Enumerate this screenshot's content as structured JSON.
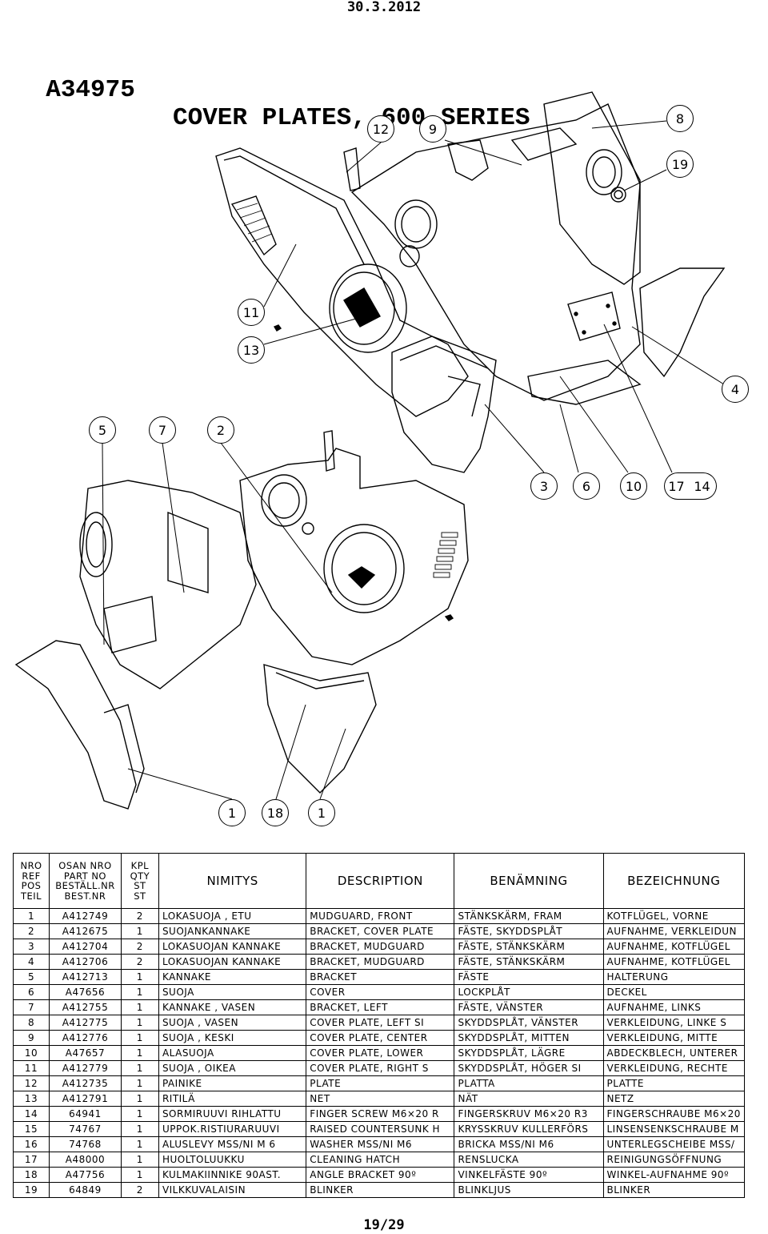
{
  "header": {
    "date": "30.3.2012"
  },
  "title": {
    "code": "A34975",
    "name": "COVER PLATES, 600-SERIES"
  },
  "callouts": [
    {
      "label": "12"
    },
    {
      "label": "9"
    },
    {
      "label": "8"
    },
    {
      "label": "19"
    },
    {
      "label": "11"
    },
    {
      "label": "13"
    },
    {
      "label": "4"
    },
    {
      "label": "5"
    },
    {
      "label": "7"
    },
    {
      "label": "2"
    },
    {
      "label": "3"
    },
    {
      "label": "6"
    },
    {
      "label": "10"
    },
    {
      "label": "17"
    },
    {
      "label": "14"
    },
    {
      "label": "1"
    },
    {
      "label": "18"
    },
    {
      "label": "1"
    }
  ],
  "table": {
    "headers": {
      "nro": [
        "NRO",
        "REF",
        "POS",
        "TEIL"
      ],
      "osan": [
        "OSAN NRO",
        "PART NO",
        "BESTÄLL.NR",
        "BEST.NR"
      ],
      "kpl": [
        "KPL",
        "QTY",
        "ST",
        "ST"
      ],
      "nimitys": "NIMITYS",
      "description": "DESCRIPTION",
      "benamning": "BENÄMNING",
      "bezeichnung": "BEZEICHNUNG"
    },
    "rows": [
      {
        "nro": "1",
        "part": "A412749",
        "qty": "2",
        "fi": "LOKASUOJA , ETU",
        "en": "MUDGUARD, FRONT",
        "sv": "STÄNKSKÄRM, FRAM",
        "de": "KOTFLÜGEL, VORNE"
      },
      {
        "nro": "2",
        "part": "A412675",
        "qty": "1",
        "fi": "SUOJANKANNAKE",
        "en": "BRACKET, COVER PLATE",
        "sv": "FÄSTE, SKYDDSPLÅT",
        "de": "AUFNAHME, VERKLEIDUN"
      },
      {
        "nro": "3",
        "part": "A412704",
        "qty": "2",
        "fi": "LOKASUOJAN KANNAKE",
        "en": "BRACKET, MUDGUARD",
        "sv": "FÄSTE, STÄNKSKÄRM",
        "de": "AUFNAHME, KOTFLÜGEL"
      },
      {
        "nro": "4",
        "part": "A412706",
        "qty": "2",
        "fi": "LOKASUOJAN KANNAKE",
        "en": "BRACKET, MUDGUARD",
        "sv": "FÄSTE, STÄNKSKÄRM",
        "de": "AUFNAHME, KOTFLÜGEL"
      },
      {
        "nro": "5",
        "part": "A412713",
        "qty": "1",
        "fi": "KANNAKE",
        "en": "BRACKET",
        "sv": "FÄSTE",
        "de": "HALTERUNG"
      },
      {
        "nro": "6",
        "part": "A47656",
        "qty": "1",
        "fi": "SUOJA",
        "en": "COVER",
        "sv": "LOCKPLÅT",
        "de": "DECKEL"
      },
      {
        "nro": "7",
        "part": "A412755",
        "qty": "1",
        "fi": "KANNAKE , VASEN",
        "en": "BRACKET, LEFT",
        "sv": "FÄSTE, VÄNSTER",
        "de": "AUFNAHME, LINKS"
      },
      {
        "nro": "8",
        "part": "A412775",
        "qty": "1",
        "fi": "SUOJA , VASEN",
        "en": "COVER PLATE, LEFT SI",
        "sv": "SKYDDSPLÅT, VÄNSTER",
        "de": "VERKLEIDUNG, LINKE S"
      },
      {
        "nro": "9",
        "part": "A412776",
        "qty": "1",
        "fi": "SUOJA , KESKI",
        "en": "COVER PLATE, CENTER",
        "sv": "SKYDDSPLÅT, MITTEN",
        "de": "VERKLEIDUNG, MITTE"
      },
      {
        "nro": "10",
        "part": "A47657",
        "qty": "1",
        "fi": "ALASUOJA",
        "en": "COVER PLATE, LOWER",
        "sv": "SKYDDSPLÅT, LÄGRE",
        "de": "ABDECKBLECH, UNTERER"
      },
      {
        "nro": "11",
        "part": "A412779",
        "qty": "1",
        "fi": "SUOJA , OIKEA",
        "en": "COVER PLATE, RIGHT S",
        "sv": "SKYDDSPLÅT, HÖGER SI",
        "de": "VERKLEIDUNG, RECHTE"
      },
      {
        "nro": "12",
        "part": "A412735",
        "qty": "1",
        "fi": "PAINIKE",
        "en": "PLATE",
        "sv": "PLATTA",
        "de": "PLATTE"
      },
      {
        "nro": "13",
        "part": "A412791",
        "qty": "1",
        "fi": "RITILÄ",
        "en": "NET",
        "sv": "NÄT",
        "de": "NETZ"
      },
      {
        "nro": "14",
        "part": "64941",
        "qty": "1",
        "fi": "SORMIRUUVI RIHLATTU",
        "en": "FINGER SCREW M6×20 R",
        "sv": "FINGERSKRUV M6×20 R3",
        "de": "FINGERSCHRAUBE M6×20"
      },
      {
        "nro": "15",
        "part": "74767",
        "qty": "1",
        "fi": "UPPOK.RISTIURARUUVI",
        "en": "RAISED COUNTERSUNK H",
        "sv": "KRYSSKRUV KULLERFÖRS",
        "de": "LINSENSENKSCHRAUBE M"
      },
      {
        "nro": "16",
        "part": "74768",
        "qty": "1",
        "fi": "ALUSLEVY MSS/NI M 6",
        "en": "WASHER MSS/NI M6",
        "sv": "BRICKA MSS/NI M6",
        "de": "UNTERLEGSCHEIBE MSS/"
      },
      {
        "nro": "17",
        "part": "A48000",
        "qty": "1",
        "fi": "HUOLTOLUUKKU",
        "en": "CLEANING HATCH",
        "sv": "RENSLUCKA",
        "de": "REINIGUNGSÖFFNUNG"
      },
      {
        "nro": "18",
        "part": "A47756",
        "qty": "1",
        "fi": "KULMAKIINNIKE 90AST.",
        "en": "ANGLE BRACKET 90º",
        "sv": "VINKELFÄSTE 90º",
        "de": "WINKEL-AUFNAHME 90º"
      },
      {
        "nro": "19",
        "part": "64849",
        "qty": "2",
        "fi": "VILKKUVALAISIN",
        "en": "BLINKER",
        "sv": "BLINKLJUS",
        "de": "BLINKER"
      }
    ]
  },
  "footer": {
    "page": "19/29"
  }
}
